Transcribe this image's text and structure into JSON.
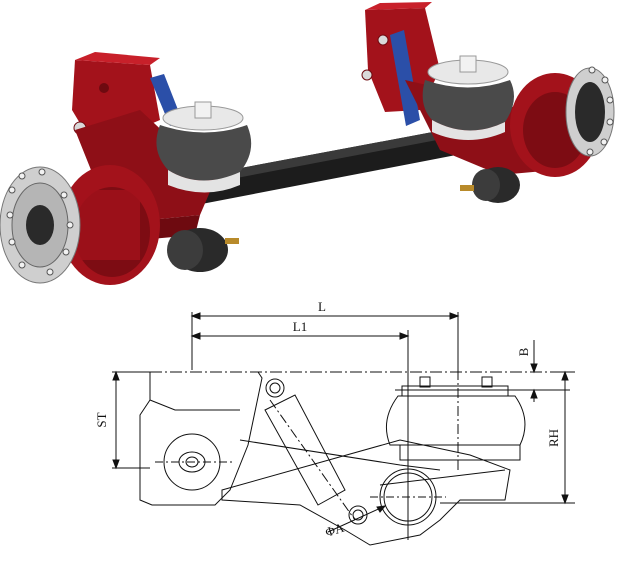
{
  "render": {
    "title": "",
    "colors": {
      "frame_red": "#a3121b",
      "frame_dark": "#6e0a10",
      "axle_black": "#1c1c1c",
      "airbag_gray": "#555555",
      "shock_blue": "#2b4fa8",
      "hub_silver": "#c9c9c9",
      "line": "#111111"
    }
  },
  "drawing": {
    "labels": {
      "L": "L",
      "L1": "L1",
      "B": "B",
      "ST": "ST",
      "RH": "RH",
      "phiA": "ΦA"
    }
  }
}
